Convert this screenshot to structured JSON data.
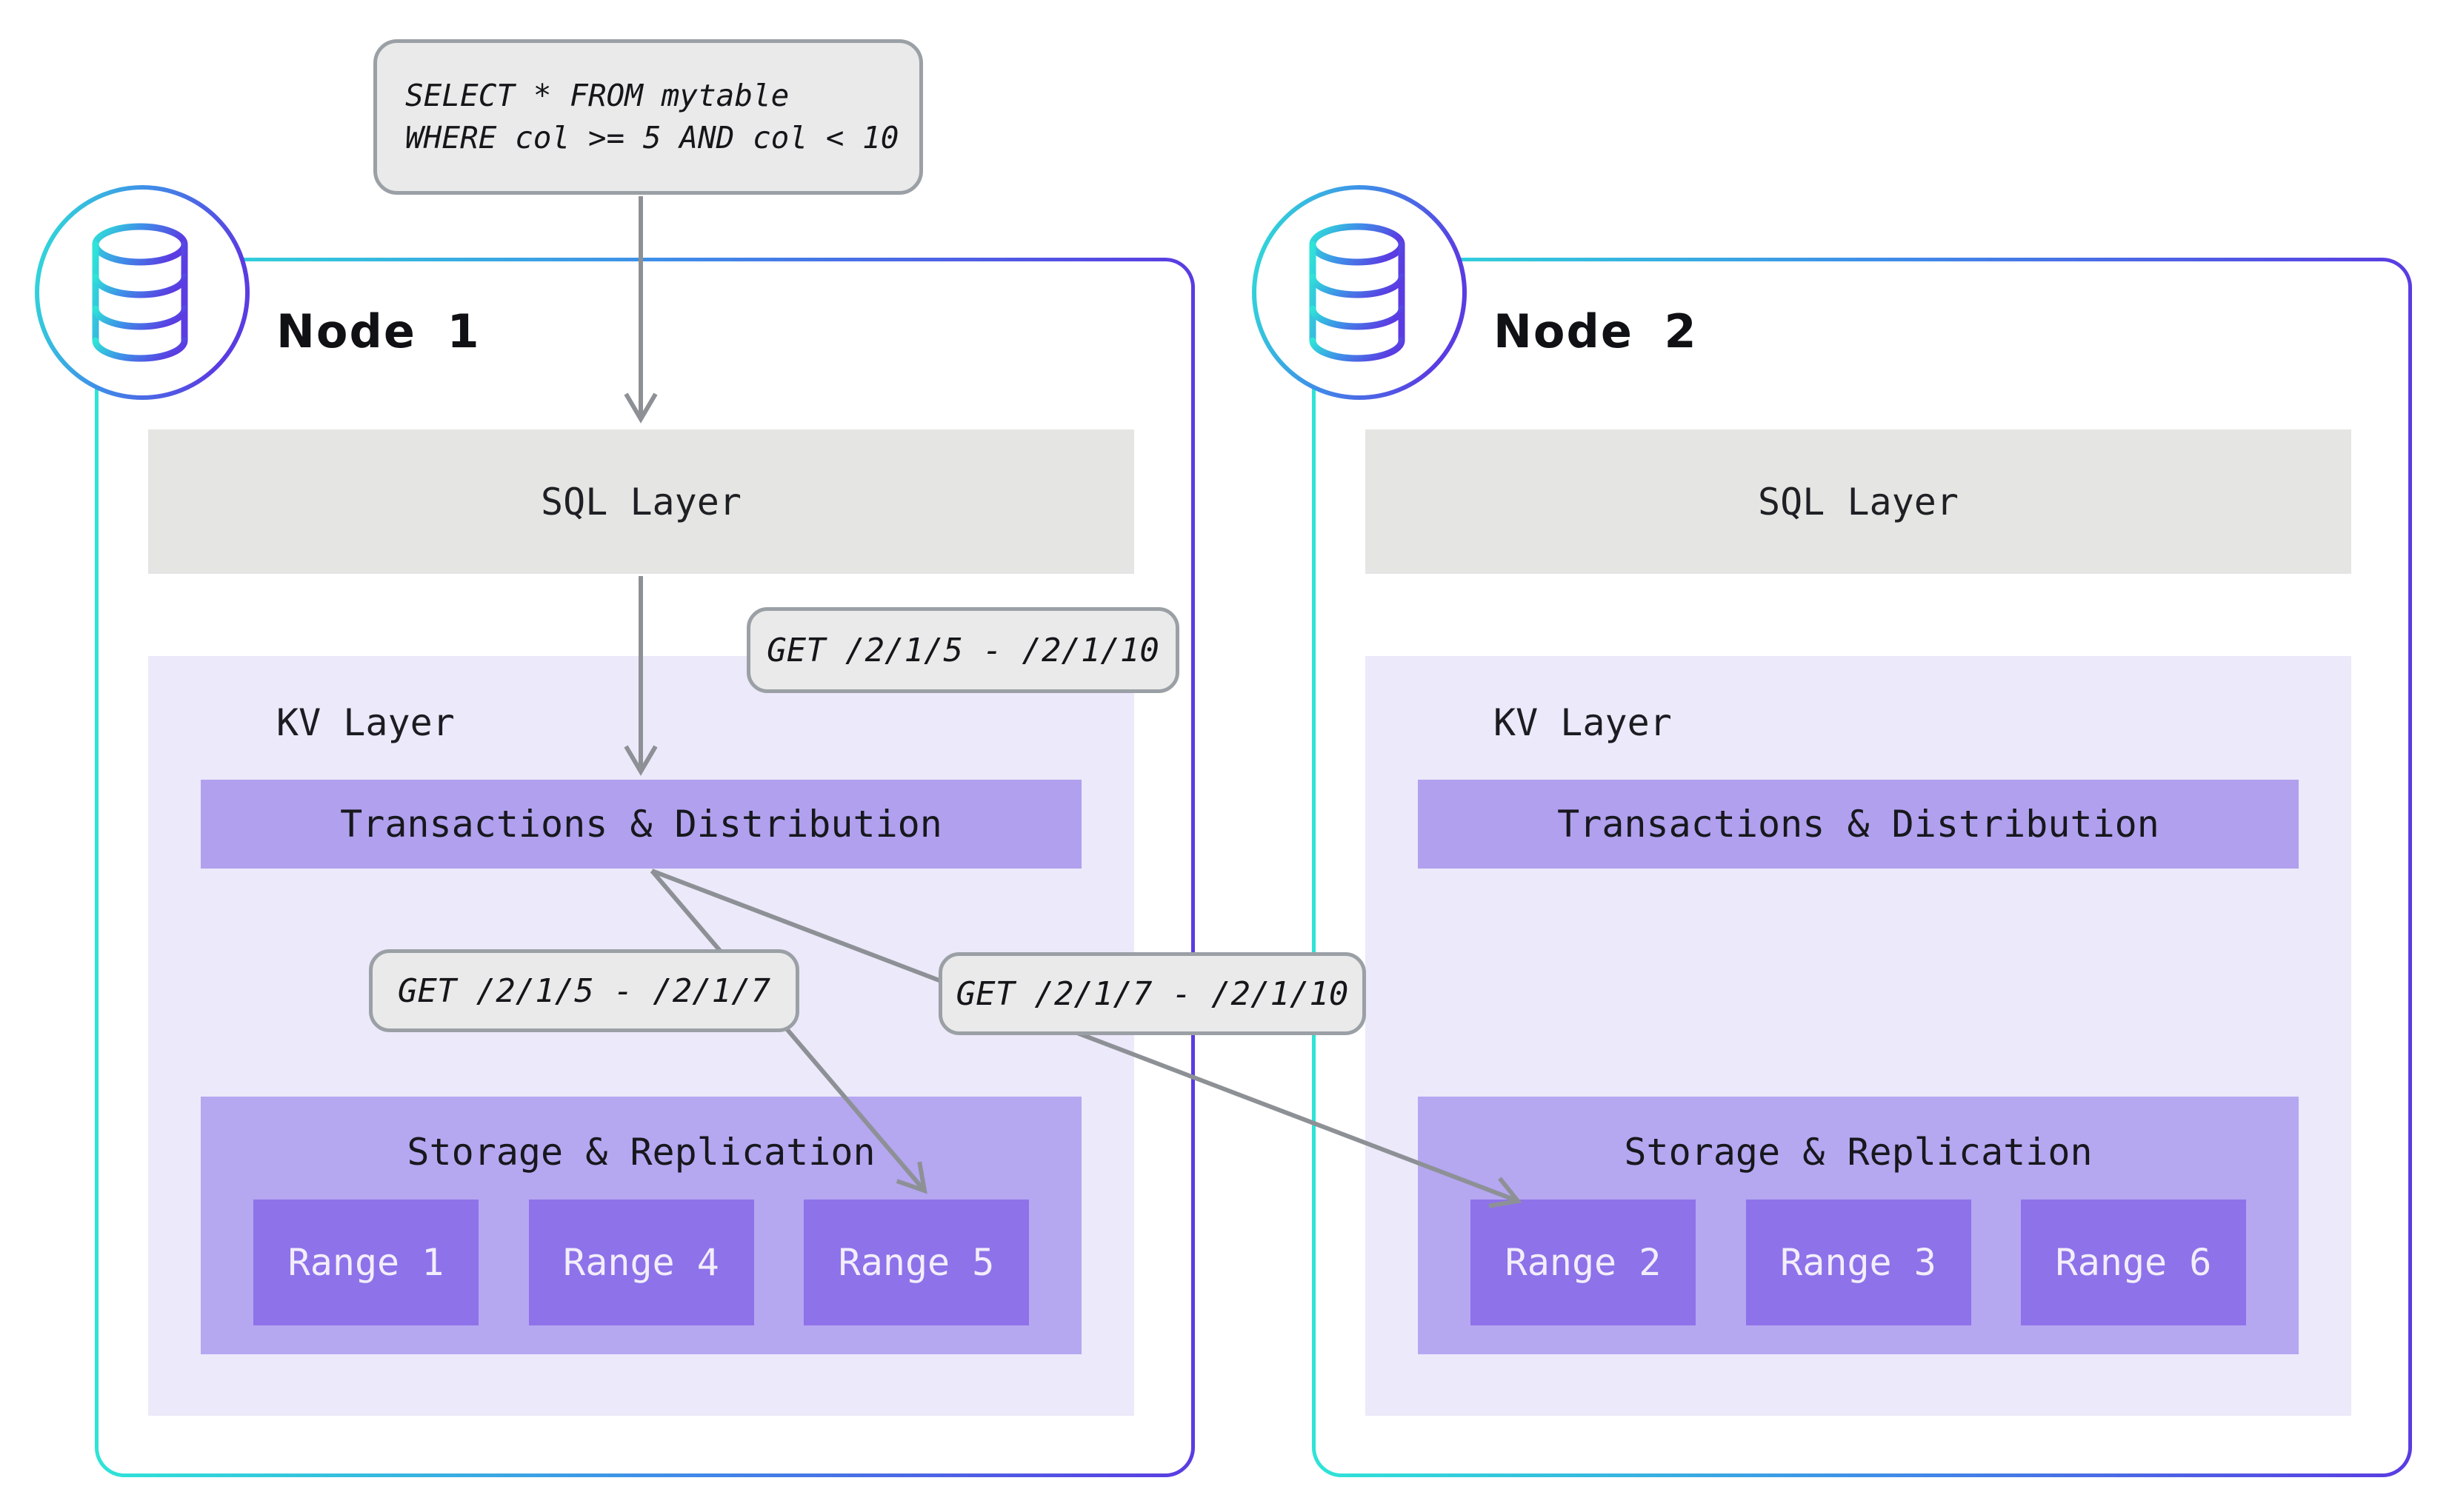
{
  "query_label": {
    "line1": "SELECT * FROM mytable",
    "line2": "WHERE col >= 5 AND col < 10"
  },
  "get_labels": {
    "full_span": "GET /2/1/5 - /2/1/10",
    "left_span": "GET /2/1/5 - /2/1/7",
    "right_span": "GET /2/1/7 - /2/1/10"
  },
  "nodes": [
    {
      "title": "Node 1",
      "sql_layer_label": "SQL Layer",
      "kv_layer_label": "KV Layer",
      "transactions_label": "Transactions & Distribution",
      "storage_label": "Storage & Replication",
      "ranges": [
        "Range 1",
        "Range 4",
        "Range 5"
      ]
    },
    {
      "title": "Node 2",
      "sql_layer_label": "SQL Layer",
      "kv_layer_label": "KV Layer",
      "transactions_label": "Transactions & Distribution",
      "storage_label": "Storage & Replication",
      "ranges": [
        "Range 2",
        "Range 3",
        "Range 6"
      ]
    }
  ],
  "icons": {
    "node1_icon": "database-icon",
    "node2_icon": "database-icon"
  },
  "colors": {
    "border_gradient_start": "#2ee4d7",
    "border_gradient_mid": "#3f8de8",
    "border_gradient_end": "#5a3ce2",
    "sql_layer_bg": "#e5e6e4",
    "kv_layer_bg": "#ece9fa",
    "transactions_bg": "#b1a0ee",
    "storage_bg": "#b6a7f1",
    "range_bg": "#8e72e9",
    "range_text": "#f3eefb",
    "label_bg": "#e9eae9",
    "label_border": "#9aa0a5",
    "arrow": "#8d9196",
    "text_dark": "#17181d"
  }
}
